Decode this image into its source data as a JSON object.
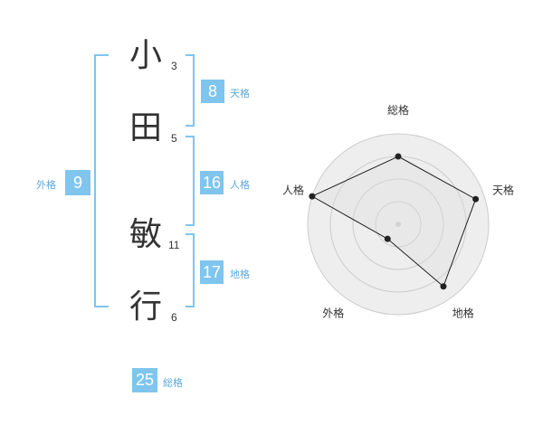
{
  "name": {
    "chars": [
      {
        "char": "小",
        "strokes": "3"
      },
      {
        "char": "田",
        "strokes": "5"
      },
      {
        "char": "敏",
        "strokes": "11"
      },
      {
        "char": "行",
        "strokes": "6"
      }
    ]
  },
  "fortune": {
    "tenkaku": {
      "value": "8",
      "label": "天格"
    },
    "jinkaku": {
      "value": "16",
      "label": "人格"
    },
    "chikaku": {
      "value": "17",
      "label": "地格"
    },
    "gaikaku": {
      "value": "9",
      "label": "外格"
    },
    "soukaku": {
      "value": "25",
      "label": "総格"
    }
  },
  "chart_data": {
    "type": "radar",
    "axes": [
      "総格",
      "天格",
      "地格",
      "外格",
      "人格"
    ],
    "values": [
      0.75,
      0.9,
      0.85,
      0.2,
      1.0
    ],
    "rings": 4,
    "colors": {
      "fill": "#eeeeee",
      "ring": "#cccccc",
      "line": "#222222",
      "point": "#222222",
      "center": "#cccccc"
    }
  }
}
